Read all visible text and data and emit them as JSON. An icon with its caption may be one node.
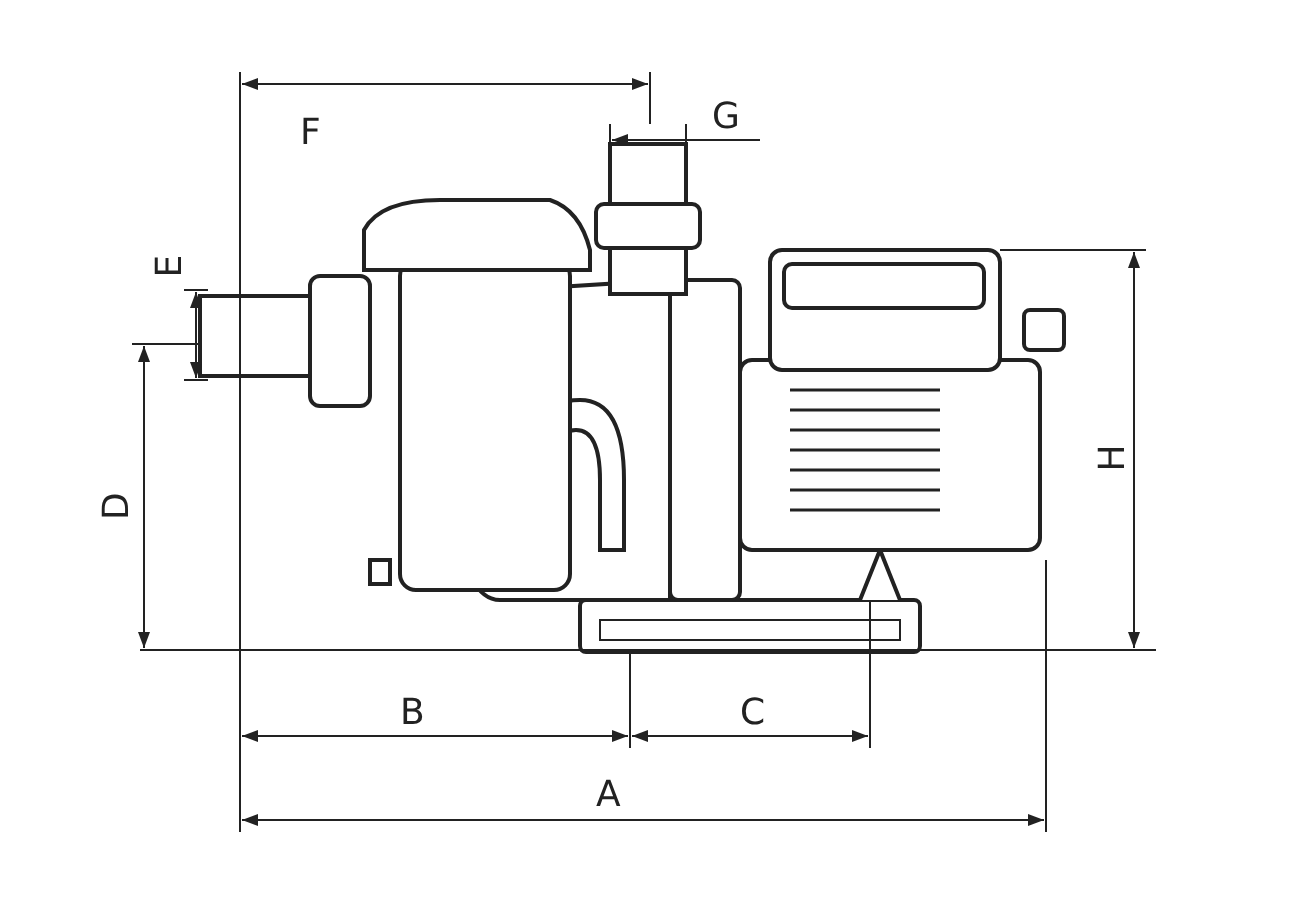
{
  "diagram": {
    "labels": [
      "F",
      "G",
      "E",
      "D",
      "H",
      "B",
      "C",
      "A"
    ]
  }
}
